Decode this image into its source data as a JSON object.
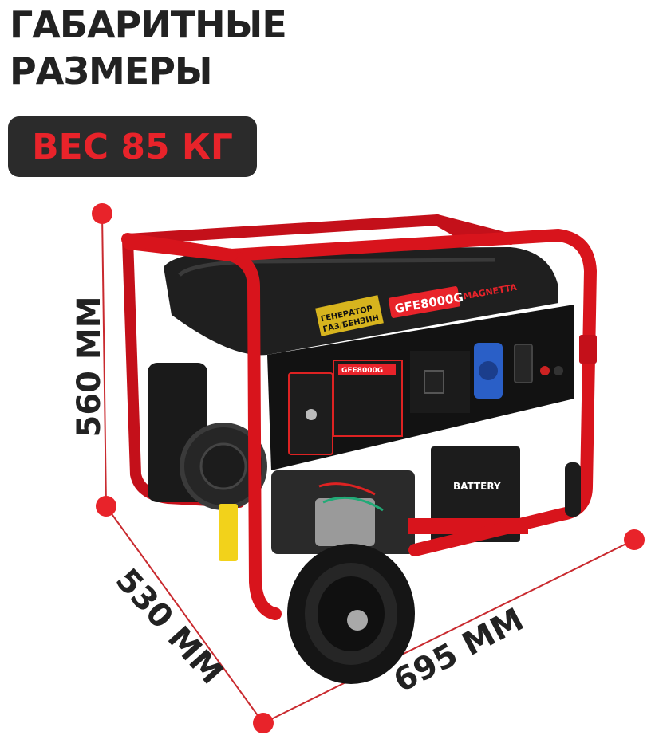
{
  "heading": {
    "line1": "ГАБАРИТНЫЕ",
    "line2": "РАЗМЕРЫ"
  },
  "weight": {
    "label": "ВЕС 85 КГ"
  },
  "dimensions": {
    "height": "560 ММ",
    "depth": "530 ММ",
    "width": "695 ММ"
  },
  "product": {
    "model": "GFE8000G",
    "brand": "MAGNETTA",
    "lid_label_line1": "ГЕНЕРАТОР",
    "lid_label_line2": "ГАЗ/БЕНЗИН",
    "battery_label": "BATTERY"
  },
  "colors": {
    "accent": "#e8232a",
    "frame": "#d8141c",
    "dark": "#222222",
    "badge": "#2b2b2b"
  }
}
